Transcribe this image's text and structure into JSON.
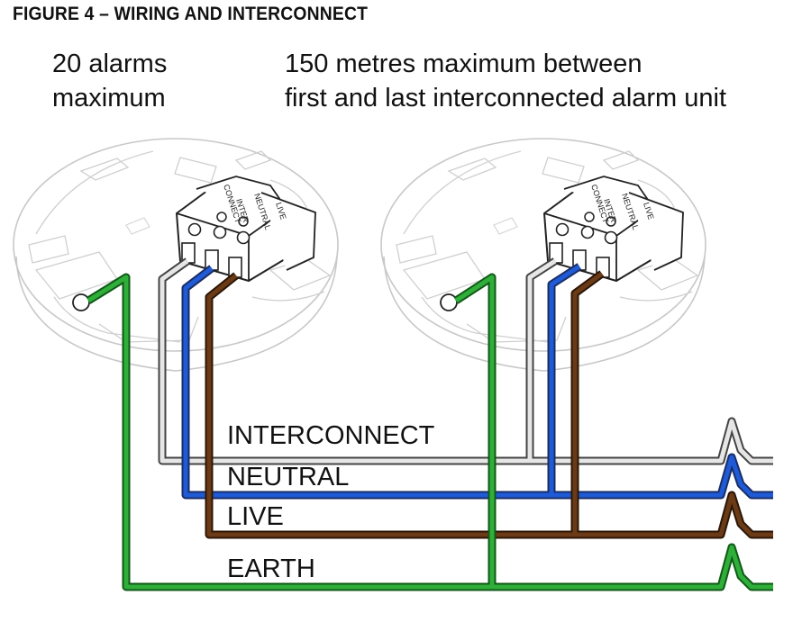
{
  "figure": {
    "title": "FIGURE 4 – WIRING AND INTERCONNECT"
  },
  "captions": {
    "alarm_limit_line1": "20 alarms",
    "alarm_limit_line2": "maximum",
    "distance_line1": "150 metres maximum between",
    "distance_line2": "first and last interconnected alarm unit"
  },
  "terminal_block": {
    "connect_text": "CONNECT",
    "inter_text": "INTER",
    "neutral_text": "NEUTRAL",
    "live_text": "LIVE"
  },
  "wires": {
    "interconnect": {
      "label": "INTERCONNECT",
      "color": "#e6e6e6",
      "outline": "#444444"
    },
    "neutral": {
      "label": "NEUTRAL",
      "color": "#1f5bd6",
      "outline": "#1a2d66"
    },
    "live": {
      "label": "LIVE",
      "color": "#6b3a16",
      "outline": "#2c1606"
    },
    "earth": {
      "label": "EARTH",
      "color": "#2fae3a",
      "outline": "#0f5a16"
    }
  }
}
